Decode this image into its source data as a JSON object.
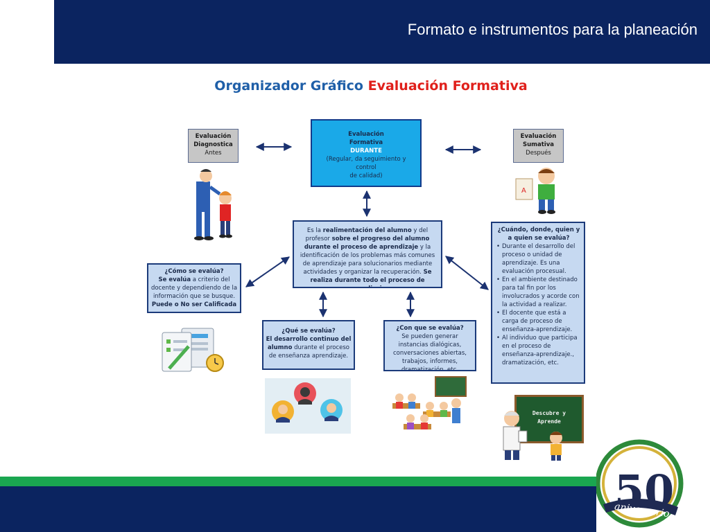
{
  "header": {
    "title": "Formato e instrumentos para la planeación"
  },
  "subtitle": {
    "part1": "Organizador Gráfico",
    "part2": "Evaluación Formativa"
  },
  "diagnostica": {
    "l1": "Evaluación",
    "l2": "Diagnostica",
    "l3": "Antes"
  },
  "sumativa": {
    "l1": "Evaluación",
    "l2": "Sumativa",
    "l3": "Después"
  },
  "formativa": {
    "l1": "Evaluación",
    "l2": "Formativa",
    "l3": "DURANTE",
    "l4": "(Regular, da seguimiento y control",
    "l5": "de calidad)"
  },
  "main": {
    "t1": "Es la ",
    "t2": "realimentación del alumno",
    "t3": " y del profesor",
    "t4": "sobre el progreso del alumno durante el proceso de aprendizaje",
    "t5": " y la identificación de los problemas más comunes de aprendizaje para solucionarios mediante actividades y organizar la recuperación.",
    "t6": "Se realiza durante todo el proceso de aprendizaje."
  },
  "como": {
    "title": "¿Cómo se evalúa?",
    "t1": "Se evalúa",
    "t2": " a criterio del docente y dependiendo de la información que se busque.",
    "t3": "Puede o No ser Calificada"
  },
  "que": {
    "title": "¿Qué se evalúa?",
    "t1": "El desarrollo continuo del alumno",
    "t2": " durante el proceso de enseñanza aprendizaje."
  },
  "con": {
    "title": "¿Con que se evalúa?",
    "t1": "Se pueden generar instancias dialógicas, conversaciones abiertas, trabajos, informes, dramatización. etc."
  },
  "cuando": {
    "title": "¿Cuándo, donde, quien y a quien se evalúa?",
    "items": [
      "Durante el desarrollo del proceso o unidad de aprendizaje. Es una evaluación procesual.",
      "En el ambiente destinado para tal fin por los involucrados y acorde con la actividad a realizar.",
      "El docente que está a carga de proceso de enseñanza-aprendizaje.",
      "Al individuo que participa en el proceso de enseñanza-aprendizaje., dramatización, etc."
    ]
  },
  "chalkboard": {
    "l1": "Descubre y",
    "l2": "Aprende"
  },
  "logo": {
    "number": "50",
    "word": "aniversario"
  },
  "colors": {
    "navy": "#0b2460",
    "green": "#1aa650",
    "sky": "#1aa9e8",
    "light_blue": "#c6d9f1"
  }
}
